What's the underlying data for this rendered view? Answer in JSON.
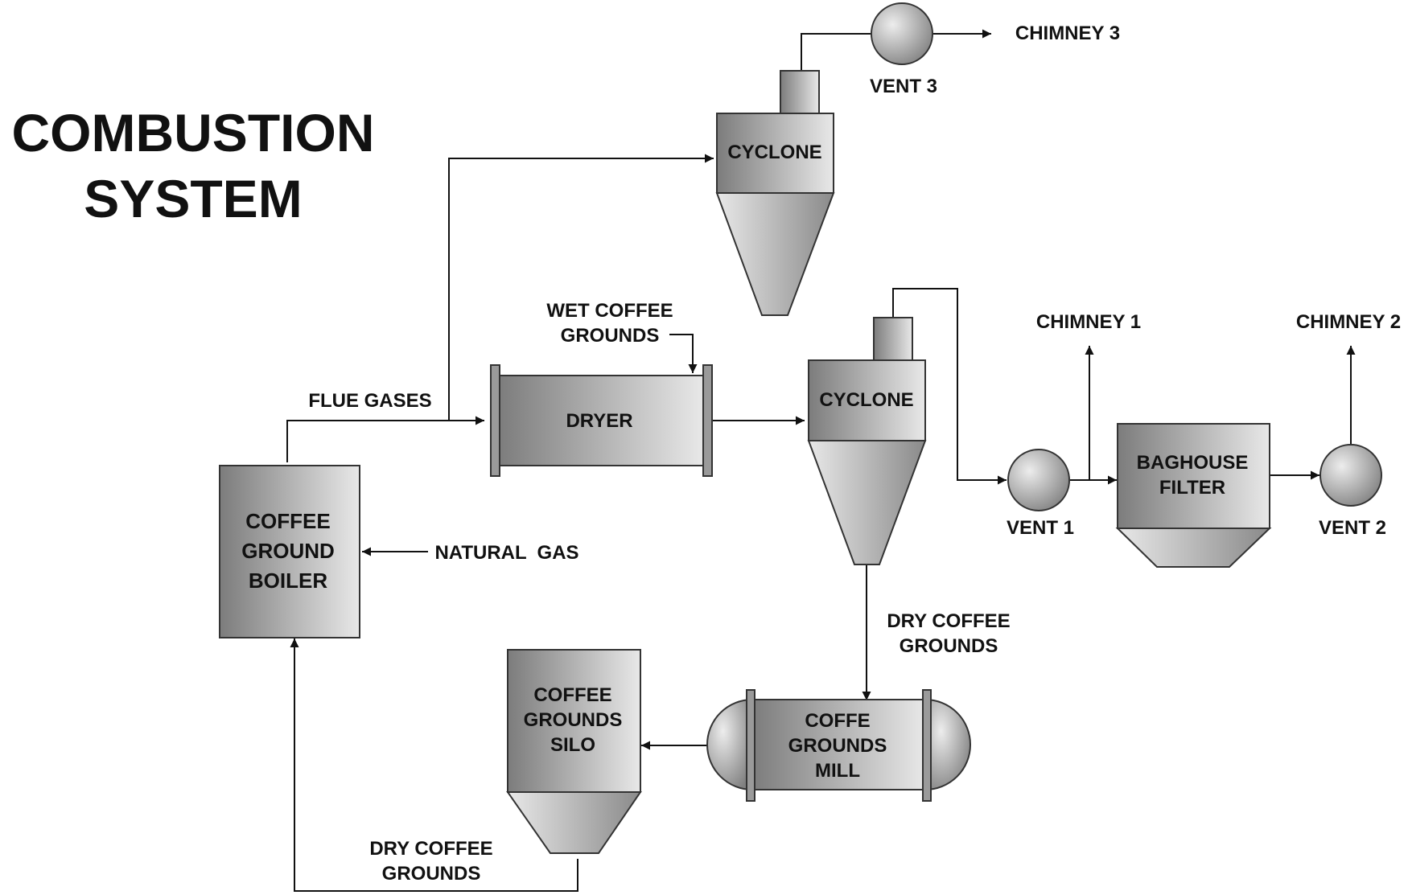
{
  "title": {
    "line1": "COMBUSTION",
    "line2": "SYSTEM"
  },
  "units": {
    "boiler": [
      "COFFEE",
      "GROUND",
      "BOILER"
    ],
    "dryer": "DRYER",
    "cyclone_top": "CYCLONE",
    "cyclone_mid": "CYCLONE",
    "baghouse": [
      "BAGHOUSE",
      "FILTER"
    ],
    "mill": [
      "COFFE",
      "GROUNDS",
      "MILL"
    ],
    "silo": [
      "COFFEE",
      "GROUNDS",
      "SILO"
    ],
    "vent1": "VENT 1",
    "vent2": "VENT 2",
    "vent3": "VENT 3"
  },
  "streams": {
    "flue_gases": "FLUE GASES",
    "natural_gas": "NATURAL  GAS",
    "wet_coffee": [
      "WET COFFEE",
      "GROUNDS"
    ],
    "dry_coffee_mid": [
      "DRY COFFEE",
      "GROUNDS"
    ],
    "dry_coffee_bottom": [
      "DRY COFFEE",
      "GROUNDS"
    ],
    "chimney1": "CHIMNEY 1",
    "chimney2": "CHIMNEY 2",
    "chimney3": "CHIMNEY 3"
  },
  "colors": {
    "equipment_dark": "#7a7a7a",
    "equipment_light": "#e6e6e6",
    "line": "#111111"
  }
}
